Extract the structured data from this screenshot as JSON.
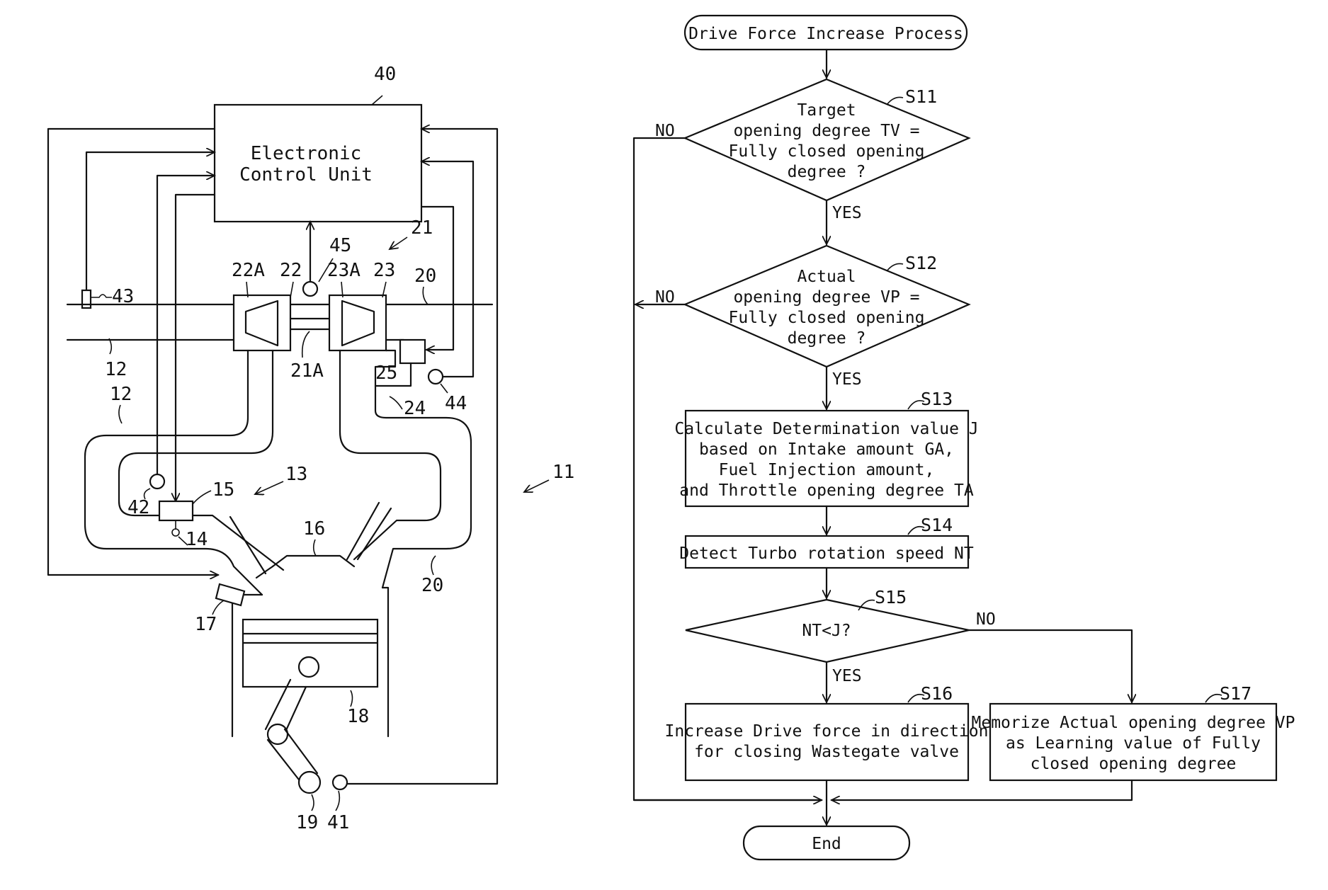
{
  "engine": {
    "ecu_lines": [
      "Electronic",
      "Control Unit"
    ],
    "refs": {
      "r40": "40",
      "r45": "45",
      "r21": "21",
      "r22A": "22A",
      "r22": "22",
      "r23A": "23A",
      "r23": "23",
      "r20a": "20",
      "r43": "43",
      "r12a": "12",
      "r12b": "12",
      "r21A": "21A",
      "r25": "25",
      "r44": "44",
      "r24": "24",
      "r13": "13",
      "r11": "11",
      "r42": "42",
      "r15": "15",
      "r14": "14",
      "r16": "16",
      "r20b": "20",
      "r17": "17",
      "r18": "18",
      "r19": "19",
      "r41": "41"
    }
  },
  "flowchart": {
    "start": "Drive Force Increase Process",
    "end": "End",
    "s11": {
      "label": "S11",
      "lines": [
        "Target",
        "opening degree TV =",
        "Fully closed opening",
        "degree ?"
      ]
    },
    "s12": {
      "label": "S12",
      "lines": [
        "Actual",
        "opening degree VP =",
        "Fully closed opening",
        "degree ?"
      ]
    },
    "s13": {
      "label": "S13",
      "lines": [
        "Calculate Determination value J",
        "based on Intake amount GA,",
        "Fuel Injection amount,",
        "and Throttle opening degree TA"
      ]
    },
    "s14": {
      "label": "S14",
      "text": "Detect Turbo rotation speed NT"
    },
    "s15": {
      "label": "S15",
      "text": "NT<J?"
    },
    "s16": {
      "label": "S16",
      "lines": [
        "Increase Drive force in direction",
        "for closing Wastegate valve"
      ]
    },
    "s17": {
      "label": "S17",
      "lines": [
        "Memorize Actual opening degree VP",
        "as Learning value of Fully",
        "closed opening degree"
      ]
    },
    "yes": "YES",
    "no": "NO"
  }
}
